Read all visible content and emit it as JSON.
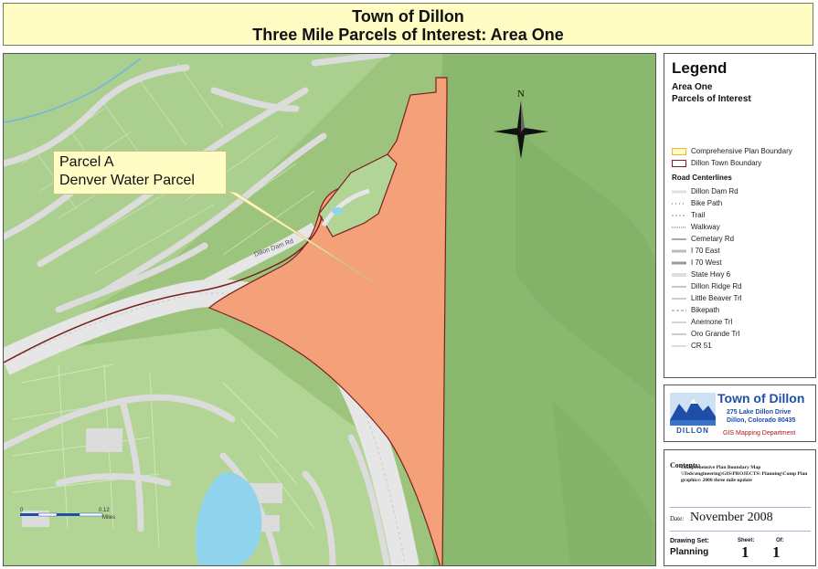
{
  "title": {
    "line1": "Town of Dillon",
    "line2": "Three Mile Parcels of Interest: Area One"
  },
  "map": {
    "callout_line1": "Parcel A",
    "callout_line2": "Denver Water Parcel",
    "road_label": "Dillon Dam Rd",
    "north_label": "N",
    "scale_start": "0",
    "scale_end": "0.12",
    "scale_unit": "Miles",
    "colors": {
      "terrain": "#9cc47d",
      "terrain_dark": "#84b06a",
      "road": "#dcdcdc",
      "parcel_fill": "#f4a079",
      "town_boundary": "#7a1f22",
      "water": "#8fd3ec"
    }
  },
  "legend": {
    "title": "Legend",
    "subtitle_line1": "Area One",
    "subtitle_line2": "Parcels of Interest",
    "boundaries": [
      {
        "label": "Comprehensive Plan Boundary",
        "color": "#e8b84a"
      },
      {
        "label": "Dillon Town Boundary",
        "color": "#7a1f22"
      }
    ],
    "road_heading": "Road Centerlines",
    "roads": [
      {
        "label": "Dillon Dam Rd"
      },
      {
        "label": "Bike Path"
      },
      {
        "label": "Trail"
      },
      {
        "label": "Walkway"
      },
      {
        "label": "Cemetary Rd"
      },
      {
        "label": "I 70 East"
      },
      {
        "label": "I 70 West"
      },
      {
        "label": "State Hwy 6"
      },
      {
        "label": "Dillon Ridge Rd"
      },
      {
        "label": "Little Beaver Trl"
      },
      {
        "label": "Bikepath"
      },
      {
        "label": "Anemone Trl"
      },
      {
        "label": "Oro Grande Trl"
      },
      {
        "label": "CR 51"
      }
    ]
  },
  "logo": {
    "town": "Town of Dillon",
    "address1": "275 Lake Dillon Drive",
    "address2": "Dillon, Colorado 80435",
    "department": "GIS Mapping Department",
    "wordmark": "DILLON"
  },
  "info": {
    "contents_label": "Contents:",
    "contents_text": "Comprehensive Plan Boundary Map \\\\Teds\\engineering\\GIS\\PROJECTS\\ Planning\\Comp Plan graphics\\ 2008 three mile update",
    "date_label": "Date:",
    "date_value": "November 2008",
    "drawing_set_label": "Drawing Set:",
    "drawing_set_value": "Planning",
    "sheet_label": "Sheet:",
    "sheet_value": "1",
    "of_label": "Of:",
    "of_value": "1"
  }
}
